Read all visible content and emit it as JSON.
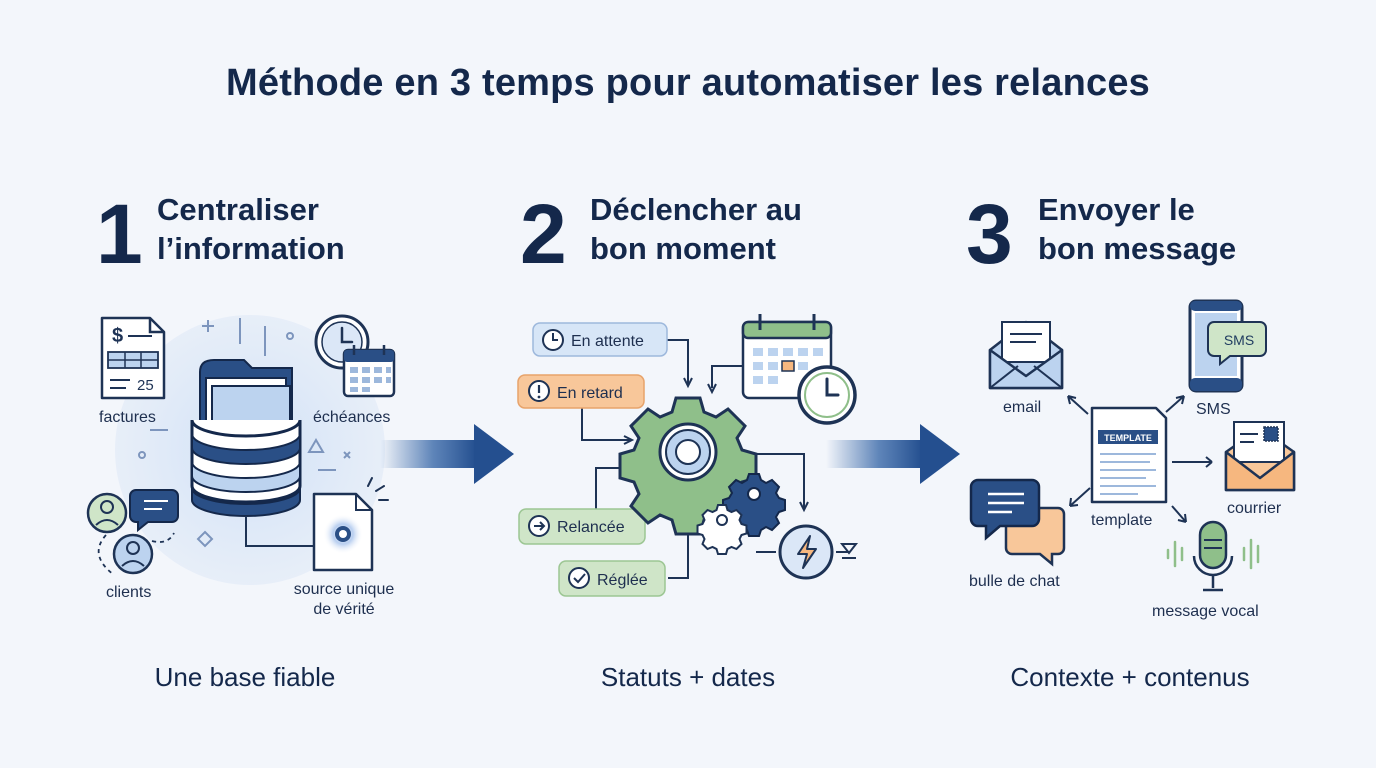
{
  "title": "Méthode en 3 temps pour automatiser les relances",
  "steps": [
    {
      "number": "1",
      "heading_line1": "Centraliser",
      "heading_line2": "l’information",
      "caption": "Une base fiable",
      "labels": {
        "invoices": "factures",
        "deadlines": "échéances",
        "clients": "clients",
        "source_line1": "source unique",
        "source_line2": "de vérité"
      },
      "invoice_symbol": "$",
      "invoice_number": "25"
    },
    {
      "number": "2",
      "heading_line1": "Déclencher au",
      "heading_line2": "bon moment",
      "caption": "Statuts + dates",
      "statuses": [
        {
          "label": "En attente",
          "icon": "clock-icon",
          "color": "#d7e6f7"
        },
        {
          "label": "En retard",
          "icon": "alert-icon",
          "color": "#f8c79a"
        },
        {
          "label": "Relancée",
          "icon": "arrow-circle-icon",
          "color": "#cfe5c8"
        },
        {
          "label": "Réglée",
          "icon": "check-circle-icon",
          "color": "#cfe5c8"
        }
      ]
    },
    {
      "number": "3",
      "heading_line1": "Envoyer le",
      "heading_line2": "bon message",
      "caption": "Contexte + contenus",
      "labels": {
        "email": "email",
        "sms": "SMS",
        "template": "template",
        "mail": "courrier",
        "chat": "bulle de chat",
        "voice": "message vocal"
      },
      "template_badge": "TEMPLATE",
      "sms_bubble": "SMS"
    }
  ],
  "colors": {
    "navy": "#14284b",
    "blue_fill": "#bcd3ef",
    "blue_dark": "#2a4f86",
    "green": "#8fbf8a",
    "orange": "#f6b77f",
    "halo": "#dbe7f7"
  }
}
